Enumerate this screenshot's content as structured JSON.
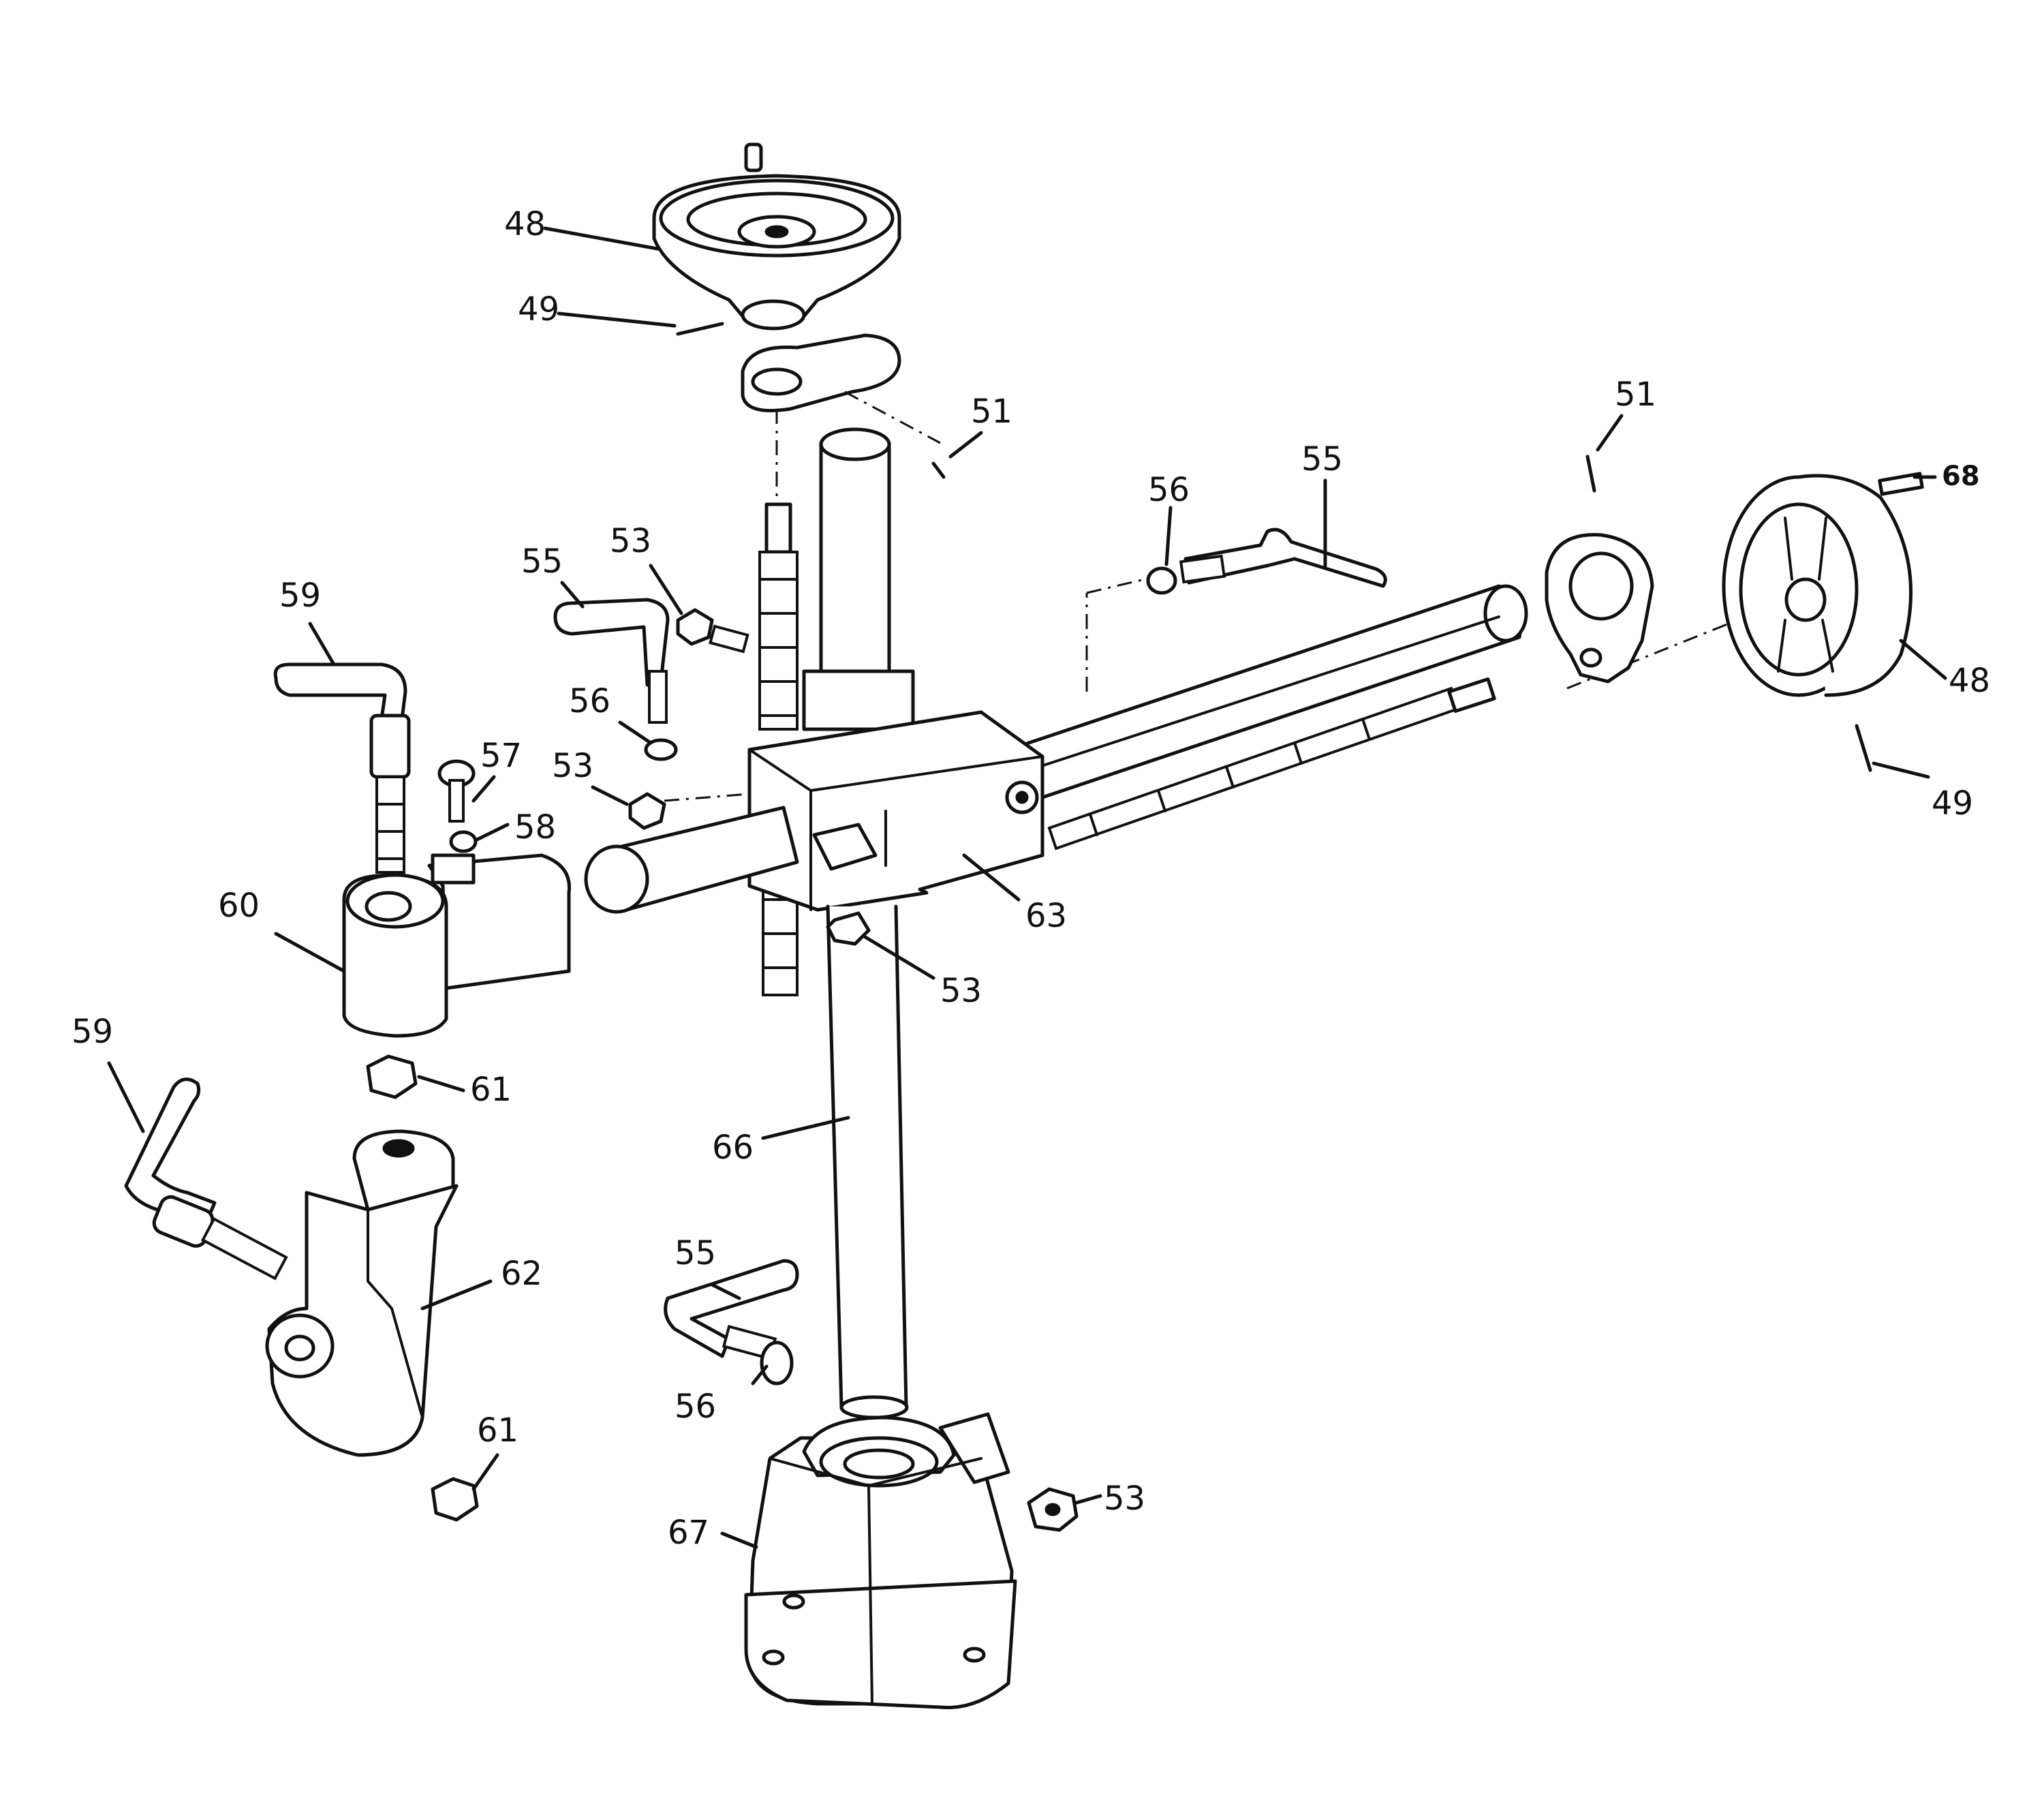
{
  "callouts": [
    {
      "id": "c48a",
      "text": "48"
    },
    {
      "id": "c49a",
      "text": "49"
    },
    {
      "id": "c51a",
      "text": "51"
    },
    {
      "id": "c51b",
      "text": "51"
    },
    {
      "id": "c55a",
      "text": "55"
    },
    {
      "id": "c56a",
      "text": "56"
    },
    {
      "id": "c68",
      "text": "68"
    },
    {
      "id": "c48b",
      "text": "48"
    },
    {
      "id": "c49b",
      "text": "49"
    },
    {
      "id": "c59a",
      "text": "59"
    },
    {
      "id": "c55b",
      "text": "55"
    },
    {
      "id": "c53a",
      "text": "53"
    },
    {
      "id": "c56b",
      "text": "56"
    },
    {
      "id": "c57",
      "text": "57"
    },
    {
      "id": "c53b",
      "text": "53"
    },
    {
      "id": "c58",
      "text": "58"
    },
    {
      "id": "c60",
      "text": "60"
    },
    {
      "id": "c63",
      "text": "63"
    },
    {
      "id": "c53c",
      "text": "53"
    },
    {
      "id": "c59b",
      "text": "59"
    },
    {
      "id": "c61a",
      "text": "61"
    },
    {
      "id": "c66",
      "text": "66"
    },
    {
      "id": "c62",
      "text": "62"
    },
    {
      "id": "c55c",
      "text": "55"
    },
    {
      "id": "c56c",
      "text": "56"
    },
    {
      "id": "c61b",
      "text": "61"
    },
    {
      "id": "c53d",
      "text": "53"
    },
    {
      "id": "c67",
      "text": "67"
    }
  ]
}
